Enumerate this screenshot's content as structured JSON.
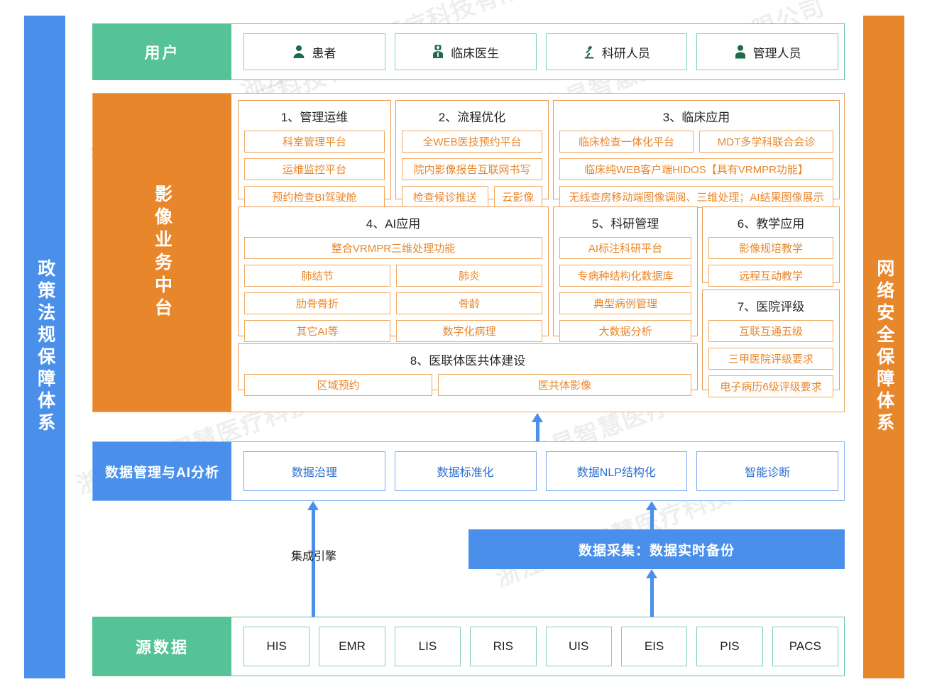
{
  "sides": {
    "left_bar": "政策法规保障体系",
    "right_bar": "网络安全保障体系"
  },
  "users": {
    "label": "用户",
    "items": [
      {
        "label": "患者",
        "icon": "patient-icon"
      },
      {
        "label": "临床医生",
        "icon": "doctor-icon"
      },
      {
        "label": "科研人员",
        "icon": "microscope-icon"
      },
      {
        "label": "管理人员",
        "icon": "manager-icon"
      }
    ]
  },
  "platform": {
    "label": "影像业务中台",
    "groups": [
      {
        "title": "1、管理运维",
        "rows": [
          [
            "科室管理平台"
          ],
          [
            "运维监控平台"
          ],
          [
            "预约检查BI驾驶舱"
          ]
        ]
      },
      {
        "title": "2、流程优化",
        "rows": [
          [
            "全WEB医技预约平台"
          ],
          [
            "院内影像报告互联网书写"
          ],
          [
            "检查候诊推送",
            "云影像"
          ]
        ]
      },
      {
        "title": "3、临床应用",
        "rows": [
          [
            "临床检查一体化平台",
            "MDT多学科联合会诊"
          ],
          [
            "临床纯WEB客户端HIDOS【具有VRMPR功能】"
          ],
          [
            "无线查房移动端图像调阅、三维处理；AI结果图像展示"
          ]
        ]
      },
      {
        "title": "4、AI应用",
        "rows": [
          [
            "整合VRMPR三维处理功能"
          ],
          [
            "肺结节",
            "肺炎"
          ],
          [
            "肋骨骨折",
            "骨龄"
          ],
          [
            "其它AI等",
            "数字化病理"
          ]
        ]
      },
      {
        "title": "5、科研管理",
        "rows": [
          [
            "AI标注科研平台"
          ],
          [
            "专病种结构化数据库"
          ],
          [
            "典型病例管理"
          ],
          [
            "大数据分析"
          ]
        ]
      },
      {
        "title": "6、教学应用",
        "rows": [
          [
            "影像规培教学"
          ],
          [
            "远程互动教学"
          ]
        ]
      },
      {
        "title": "7、医院评级",
        "rows": [
          [
            "互联互通五级"
          ],
          [
            "三甲医院评级要求"
          ],
          [
            "电子病历6级评级要求"
          ]
        ]
      },
      {
        "title": "8、医联体医共体建设",
        "rows": [
          [
            "区域预约",
            "医共体影像"
          ]
        ]
      }
    ]
  },
  "data_layer": {
    "label": "数据管理与AI分析",
    "items": [
      "数据治理",
      "数据标准化",
      "数据NLP结构化",
      "智能诊断"
    ]
  },
  "middle": {
    "engine_label": "集成引擎",
    "collect_bar": "数据采集：数据实时备份"
  },
  "source": {
    "label": "源数据",
    "items": [
      "HIS",
      "EMR",
      "LIS",
      "RIS",
      "UIS",
      "EIS",
      "PIS",
      "PACS"
    ]
  },
  "watermark": {
    "text": "浙江卡易智慧医疗科技有限公司"
  },
  "colors": {
    "green": "#55c395",
    "orange": "#e8862b",
    "blue": "#4a90ea",
    "orange_text": "#e8862b",
    "blue_text": "#2f6fd0"
  }
}
